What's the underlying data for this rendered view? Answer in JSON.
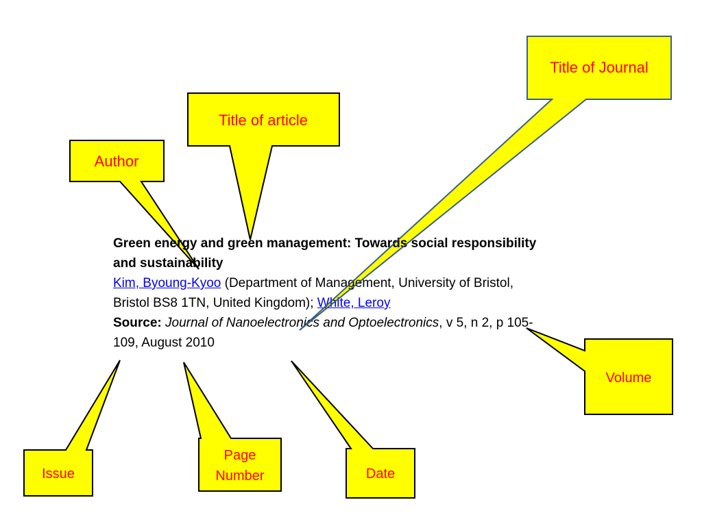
{
  "callouts": {
    "journal": "Title of Journal",
    "article": "Title of article",
    "author": "Author",
    "volume": "Volume",
    "issue": "Issue",
    "page_line1": "Page",
    "page_line2": "Number",
    "date": "Date"
  },
  "citation": {
    "title": "Green energy and green management: Towards social responsibility and sustainability",
    "author1": "Kim, Byoung-Kyoo",
    "affiliation": " (Department of Management, University of Bristol, Bristol BS8 1TN, United Kingdom); ",
    "author2": "White, Leroy",
    "source_label": "Source:",
    "journal": "Journal of Nanoelectronics and Optoelectronics",
    "details": ", v 5, n 2, p 105-109, August 2010"
  },
  "colors": {
    "callout_fill": "#ffff00",
    "label_text": "#ff0000",
    "link": "#0000ee"
  }
}
